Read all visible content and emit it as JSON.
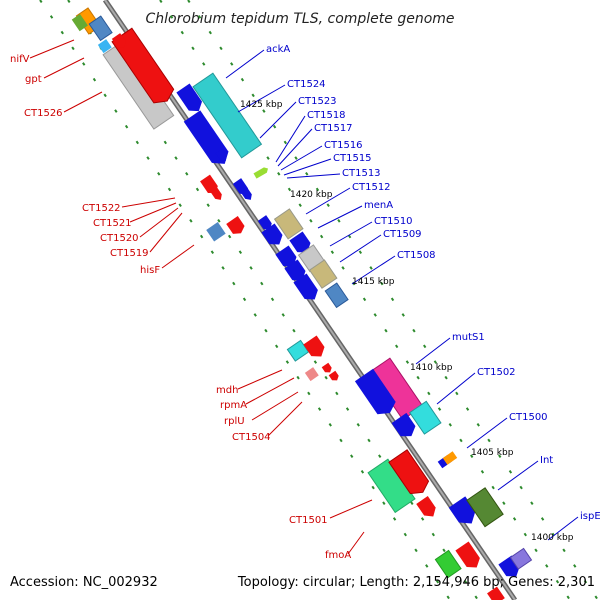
{
  "title": "Chlorobium tepidum TLS, complete genome",
  "footer": {
    "accession": "Accession: NC_002932",
    "topology": "Topology: circular; Length: 2,154,946 bp; Genes: 2,301"
  },
  "colors": {
    "backbone": "#888888",
    "label_red": "#cc0000",
    "label_blue": "#0000cc",
    "tick_green": "#2e8b2e"
  },
  "kbp_marks": [
    "1425 kbp",
    "1420 kbp",
    "1415 kbp",
    "1410 kbp",
    "1405 kbp",
    "1400 kbp"
  ],
  "left_labels": [
    "nifV",
    "gpt",
    "CT1526",
    "CT1522",
    "CT1521",
    "CT1520",
    "CT1519",
    "hisF",
    "mdh",
    "rpmA",
    "rplU",
    "CT1504",
    "CT1501",
    "fmoA"
  ],
  "right_labels": [
    "ackA",
    "CT1524",
    "CT1523",
    "CT1518",
    "CT1517",
    "CT1516",
    "CT1515",
    "CT1513",
    "CT1512",
    "menA",
    "CT1510",
    "CT1509",
    "CT1508",
    "mutS1",
    "CT1502",
    "CT1500",
    "Int",
    "ispE"
  ]
}
